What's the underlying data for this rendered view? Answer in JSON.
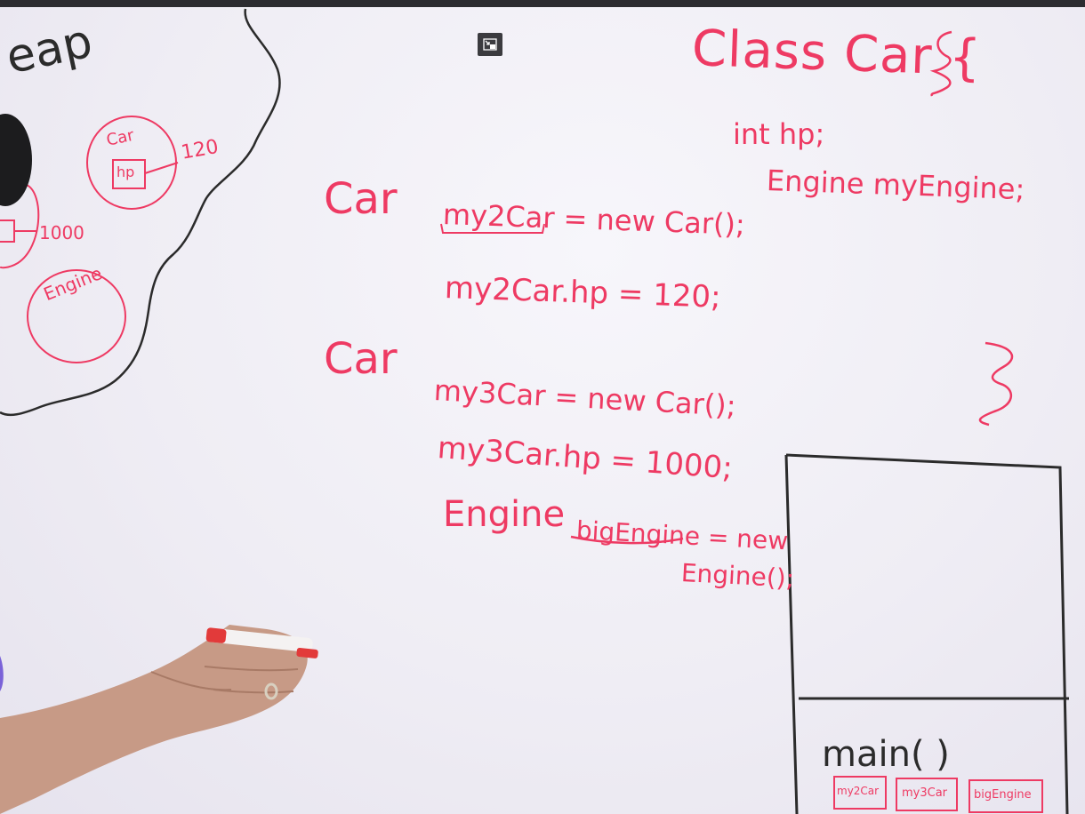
{
  "whiteboard": {
    "heap": {
      "title": "eap",
      "car_circle": {
        "label": "Car",
        "field": "hp",
        "value": "120"
      },
      "car2_value": "1000",
      "engine_circle": {
        "label": "Engine"
      }
    },
    "class_def": {
      "header": "Class Car {",
      "field1": "int hp;",
      "field2": "Engine myEngine;",
      "closing": "}"
    },
    "code": {
      "line1_type": "Car",
      "line1_stmt": "my2Car = new Car();",
      "line2": "my2Car.hp = 120;",
      "line3_type": "Car",
      "line3_stmt": "my3Car = new Car();",
      "line4": "my3Car.hp = 1000;",
      "line5_type": "Engine",
      "line5_stmt": "bigEngine = new",
      "line5_cont": "Engine();"
    },
    "stack": {
      "frame_label": "main( )",
      "vars": [
        "my2Car",
        "my3Car",
        "bigEngine"
      ]
    }
  },
  "player": {
    "control_icon": "exit-fullscreen-icon"
  },
  "colors": {
    "marker_red": "#ee3a63",
    "marker_black": "#2b2b2b"
  }
}
